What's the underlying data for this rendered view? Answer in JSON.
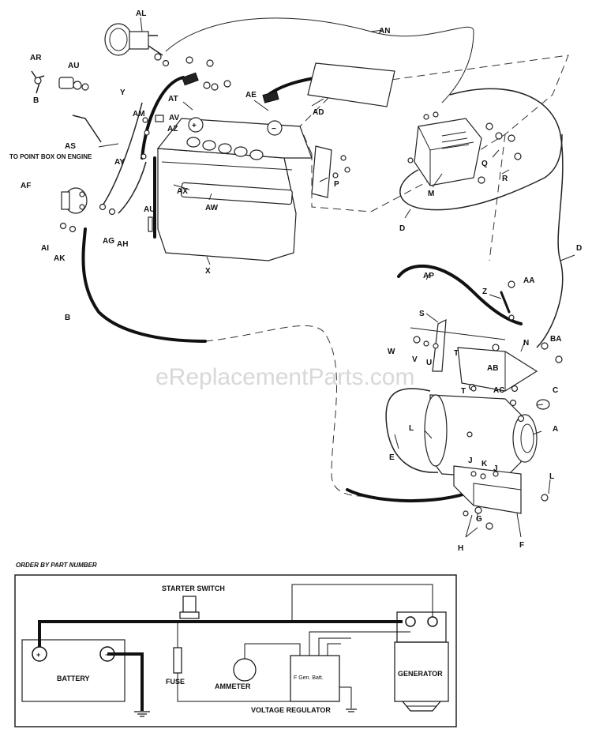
{
  "watermark": "eReplacementParts.com",
  "callouts": [
    {
      "id": "AL",
      "text": "AL"
    },
    {
      "id": "AN",
      "text": "AN"
    },
    {
      "id": "AR",
      "text": "AR"
    },
    {
      "id": "AU1",
      "text": "AU"
    },
    {
      "id": "B1",
      "text": "B"
    },
    {
      "id": "Y",
      "text": "Y"
    },
    {
      "id": "AT",
      "text": "AT"
    },
    {
      "id": "AE",
      "text": "AE"
    },
    {
      "id": "AD",
      "text": "AD"
    },
    {
      "id": "AM",
      "text": "AM"
    },
    {
      "id": "AV",
      "text": "AV"
    },
    {
      "id": "AZ",
      "text": "AZ"
    },
    {
      "id": "AS",
      "text": "AS"
    },
    {
      "id": "AY",
      "text": "AY"
    },
    {
      "id": "AF",
      "text": "AF"
    },
    {
      "id": "AX",
      "text": "AX"
    },
    {
      "id": "AW",
      "text": "AW"
    },
    {
      "id": "AU2",
      "text": "AU"
    },
    {
      "id": "AG",
      "text": "AG"
    },
    {
      "id": "AH",
      "text": "AH"
    },
    {
      "id": "AI",
      "text": "AI"
    },
    {
      "id": "AK",
      "text": "AK"
    },
    {
      "id": "X",
      "text": "X"
    },
    {
      "id": "B2",
      "text": "B"
    },
    {
      "id": "P",
      "text": "P"
    },
    {
      "id": "M",
      "text": "M"
    },
    {
      "id": "Q",
      "text": "Q"
    },
    {
      "id": "R",
      "text": "R"
    },
    {
      "id": "D1",
      "text": "D"
    },
    {
      "id": "D2",
      "text": "D"
    },
    {
      "id": "AP",
      "text": "AP"
    },
    {
      "id": "Z",
      "text": "Z"
    },
    {
      "id": "AA",
      "text": "AA"
    },
    {
      "id": "S",
      "text": "S"
    },
    {
      "id": "W",
      "text": "W"
    },
    {
      "id": "V",
      "text": "V"
    },
    {
      "id": "U",
      "text": "U"
    },
    {
      "id": "T1",
      "text": "T"
    },
    {
      "id": "N",
      "text": "N"
    },
    {
      "id": "BA",
      "text": "BA"
    },
    {
      "id": "AB",
      "text": "AB"
    },
    {
      "id": "T2",
      "text": "T"
    },
    {
      "id": "AC",
      "text": "AC"
    },
    {
      "id": "C",
      "text": "C"
    },
    {
      "id": "L1",
      "text": "L"
    },
    {
      "id": "A",
      "text": "A"
    },
    {
      "id": "E",
      "text": "E"
    },
    {
      "id": "J1",
      "text": "J"
    },
    {
      "id": "K",
      "text": "K"
    },
    {
      "id": "J2",
      "text": "J"
    },
    {
      "id": "L2",
      "text": "L"
    },
    {
      "id": "G",
      "text": "G"
    },
    {
      "id": "H",
      "text": "H"
    },
    {
      "id": "F",
      "text": "F"
    }
  ],
  "notes": {
    "point_box": "TO POINT BOX ON ENGINE",
    "order_by": "ORDER BY PART NUMBER"
  },
  "schematic": {
    "starter_switch": "STARTER SWITCH",
    "battery": "BATTERY",
    "plus": "+",
    "minus": "−",
    "fuse": "FUSE",
    "ammeter": "AMMETER",
    "voltage_regulator": "VOLTAGE REGULATOR",
    "regulator_terminals": "F  Gen. Batt.",
    "generator": "GENERATOR"
  }
}
